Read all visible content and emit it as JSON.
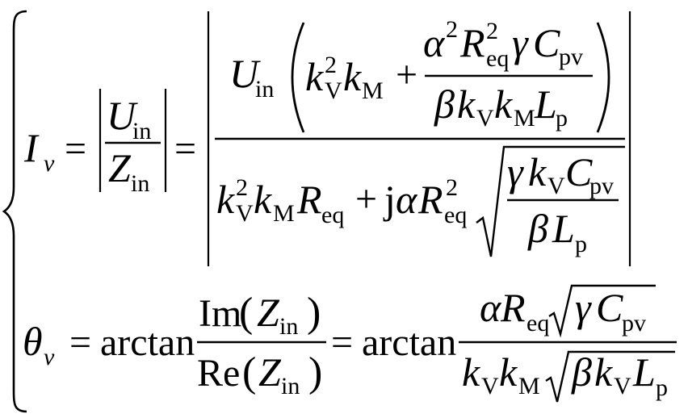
{
  "equation_system": {
    "line1": {
      "lhs_sym": "I",
      "lhs_sub": "v",
      "eq": "=",
      "frac1": {
        "num_sym": "U",
        "num_sub": "in",
        "den_sym": "Z",
        "den_sub": "in"
      },
      "big": {
        "U": "U",
        "U_sub": "in",
        "k": "k",
        "sub_V": "V",
        "sub_M": "M",
        "sup_2": "2",
        "plus": "+",
        "alpha": "α",
        "R": "R",
        "sub_eq": "eq",
        "gamma": "γ",
        "C": "C",
        "sub_pv": "pv",
        "beta": "β",
        "L": "L",
        "sub_p": "p",
        "j": "j"
      }
    },
    "line2": {
      "lhs_sym": "θ",
      "lhs_sub": "v",
      "eq": "=",
      "arctan": "arctan",
      "im": "Im",
      "re": "Re",
      "lparen": "(",
      "rparen": ")",
      "Z": "Z",
      "Z_sub": "in"
    }
  }
}
